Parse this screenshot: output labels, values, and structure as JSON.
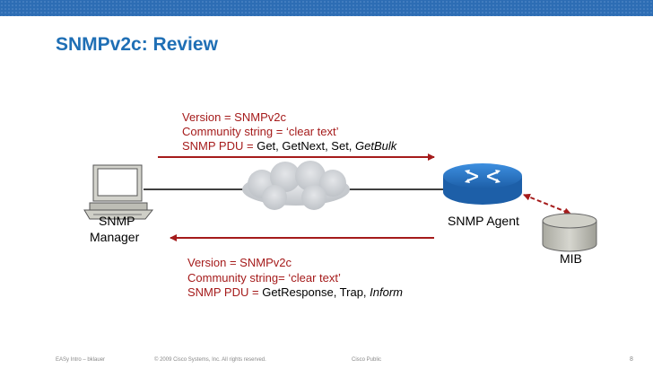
{
  "title": "SNMPv2c: Review",
  "top_message": {
    "version": "Version = SNMPv2c",
    "community": "Community string = ‘clear text’",
    "pdu_prefix": "SNMP PDU = ",
    "pdu_ops": "Get, GetNext, Set, ",
    "pdu_italic": "GetBulk"
  },
  "bottom_message": {
    "version": "Version = SNMPv2c",
    "community": "Community string= ‘clear text’",
    "pdu_prefix": "SNMP PDU = ",
    "pdu_ops": "GetResponse, Trap, ",
    "pdu_italic": "Inform"
  },
  "labels": {
    "manager_line1": "SNMP",
    "manager_line2": "Manager",
    "agent": "SNMP Agent",
    "mib": "MIB"
  },
  "footer": {
    "left": "EASy Intro – bklauer",
    "copyright": "© 2009 Cisco Systems, Inc. All rights reserved.",
    "classification": "Cisco Public",
    "page": "8"
  },
  "colors": {
    "title": "#1f6fb5",
    "accent_red": "#a51b1b",
    "topbar": "#2d6db4",
    "router": "#2b7bd0"
  },
  "icons": {
    "manager": "computer-icon",
    "network": "cloud-icon",
    "agent": "router-icon",
    "mib": "database-icon"
  }
}
